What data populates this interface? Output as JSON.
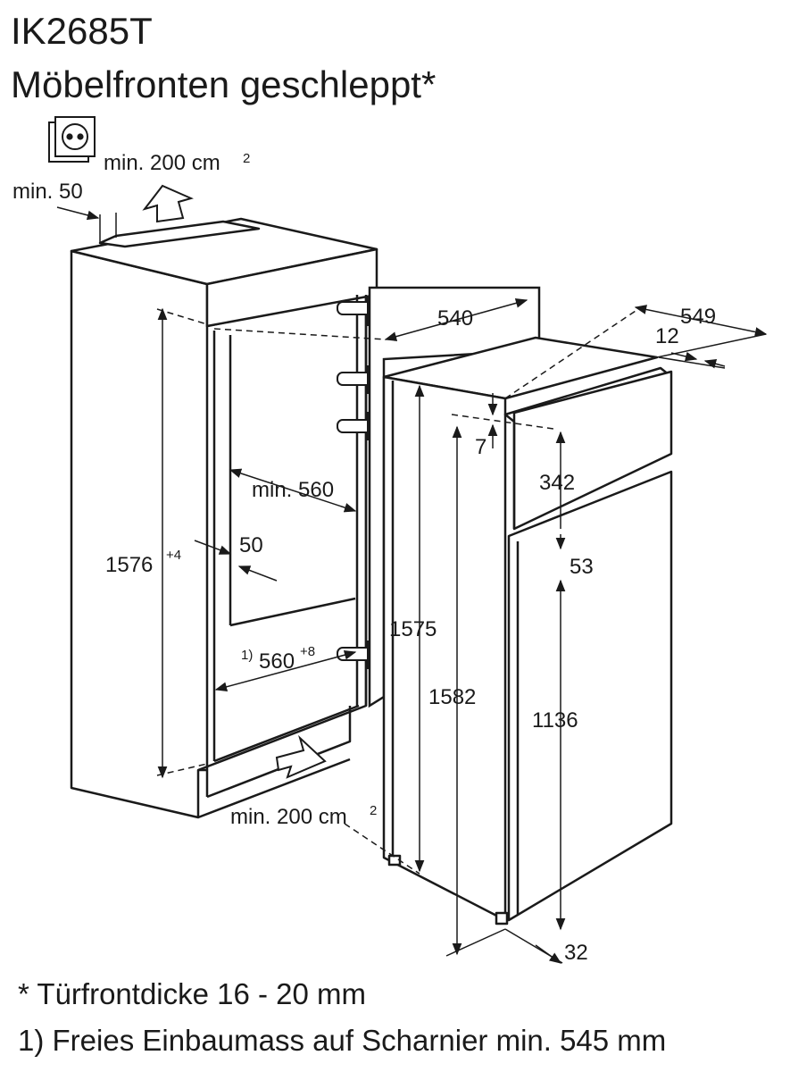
{
  "title": "IK2685T",
  "subtitle": "Möbelfronten geschleppt*",
  "notes": {
    "door_thickness": "* Türfrontdicke 16 - 20 mm",
    "hinge_clearance": "1) Freies Einbaumass auf Scharnier min. 545 mm"
  },
  "dimensions": {
    "vent_top": "min. 200 cm",
    "vent_top_exp": "2",
    "gap_back": "min. 50",
    "niche_depth": "540",
    "overall_depth": "549",
    "door_offset": "12",
    "top_gap": "7",
    "freezer_door": "342",
    "door_gap": "53",
    "niche_width": "min. 560",
    "niche_height": "1576",
    "niche_height_tol": "+4",
    "duct_depth": "50",
    "niche_width_hinge_ref": "1)",
    "niche_width_hinge": "560",
    "niche_width_hinge_tol": "+8",
    "appliance_height": "1575",
    "total_height": "1582",
    "fridge_door": "1136",
    "vent_bottom": "min. 200 cm",
    "vent_bottom_exp": "2",
    "base_offset": "32"
  },
  "icons": [
    "power-socket-icon",
    "air-outlet-arrow-icon",
    "air-inlet-arrow-icon"
  ],
  "colors": {
    "line": "#1a1a1a",
    "background": "#ffffff"
  }
}
